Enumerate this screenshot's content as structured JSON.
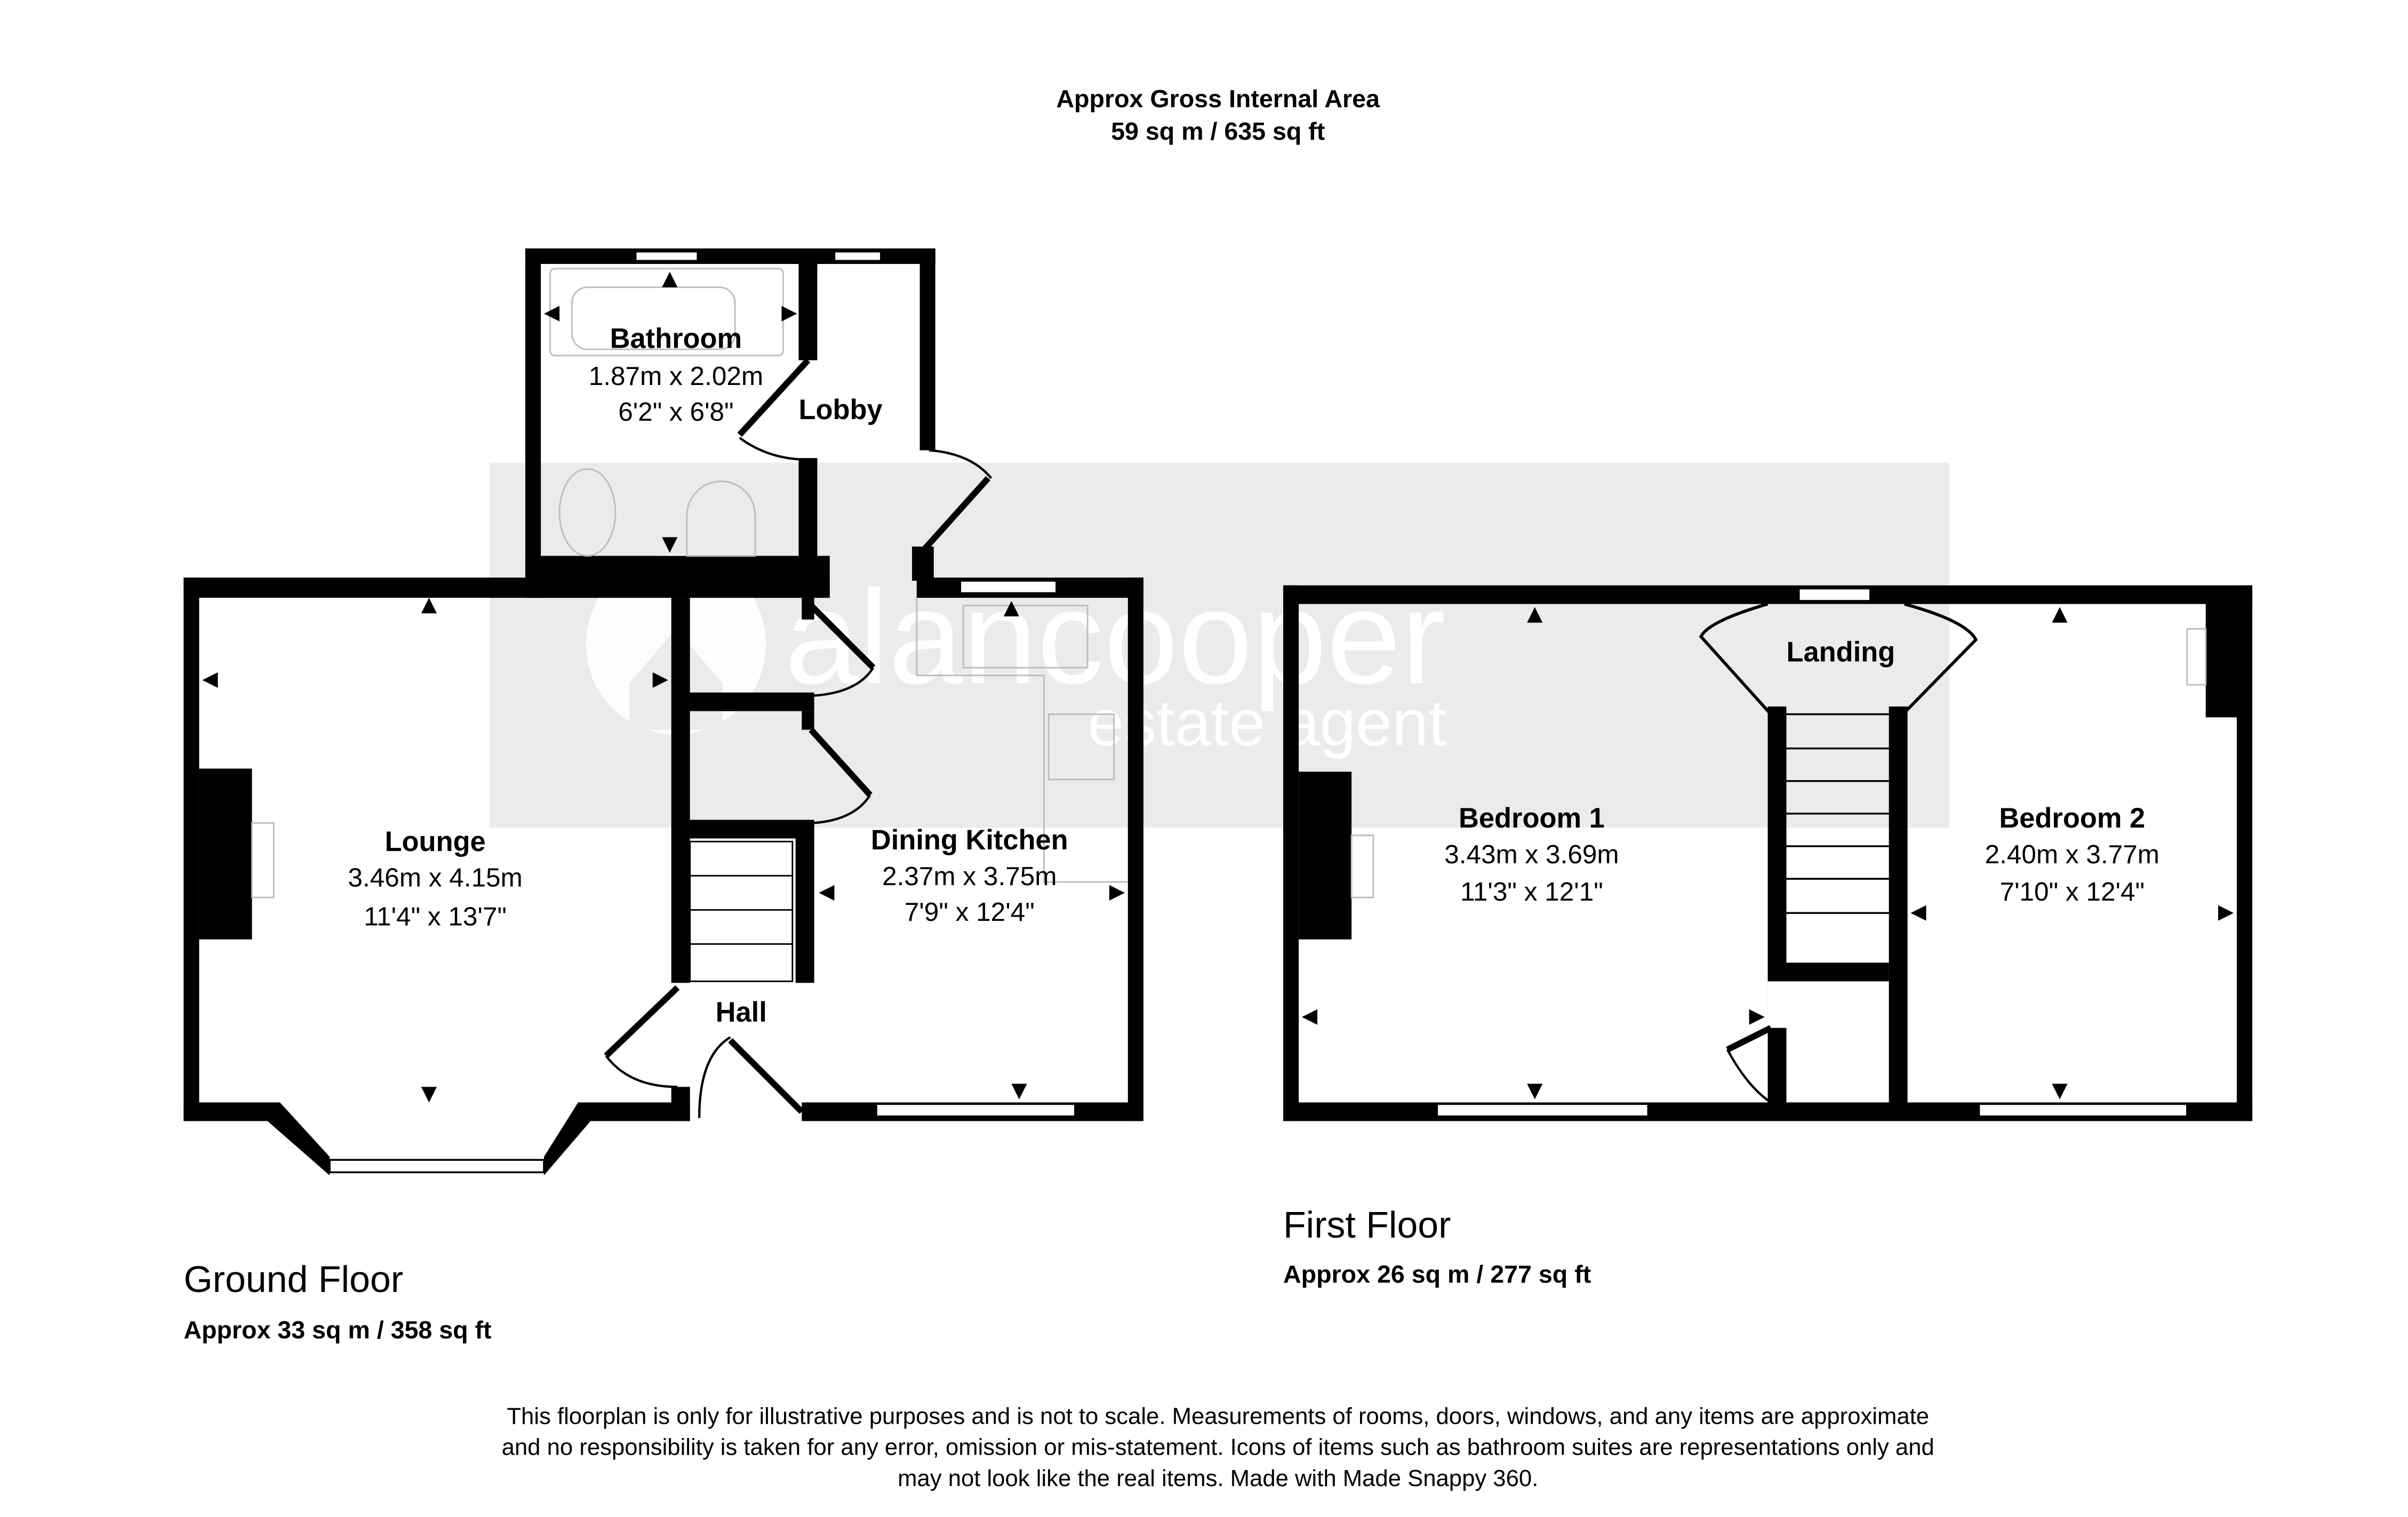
{
  "header": {
    "title": "Approx Gross Internal Area",
    "total_area": "59 sq m / 635 sq ft"
  },
  "watermark": {
    "brand": "alancooper",
    "tagline": "estate agent"
  },
  "ground_floor": {
    "label": "Ground Floor",
    "area": "Approx 33 sq m / 358 sq ft",
    "rooms": [
      {
        "name": "Bathroom",
        "metric": "1.87m x 2.02m",
        "imperial": "6'2\" x 6'8\""
      },
      {
        "name": "Lobby"
      },
      {
        "name": "Lounge",
        "metric": "3.46m x 4.15m",
        "imperial": "11'4\" x 13'7\""
      },
      {
        "name": "Dining Kitchen",
        "metric": "2.37m x 3.75m",
        "imperial": "7'9\" x 12'4\""
      },
      {
        "name": "Hall"
      }
    ]
  },
  "first_floor": {
    "label": "First Floor",
    "area": "Approx 26 sq m / 277 sq ft",
    "rooms": [
      {
        "name": "Bedroom 1",
        "metric": "3.43m x 3.69m",
        "imperial": "11'3\" x 12'1\""
      },
      {
        "name": "Landing"
      },
      {
        "name": "Bedroom 2",
        "metric": "2.40m x 3.77m",
        "imperial": "7'10\" x 12'4\""
      }
    ]
  },
  "disclaimer": [
    "This floorplan is only for illustrative purposes and is not to scale. Measurements of rooms, doors, windows, and any items are approximate",
    "and no responsibility is taken for any error, omission or mis-statement. Icons of items such as bathroom suites are representations only and",
    "may not look like the real items. Made with Made Snappy 360."
  ]
}
